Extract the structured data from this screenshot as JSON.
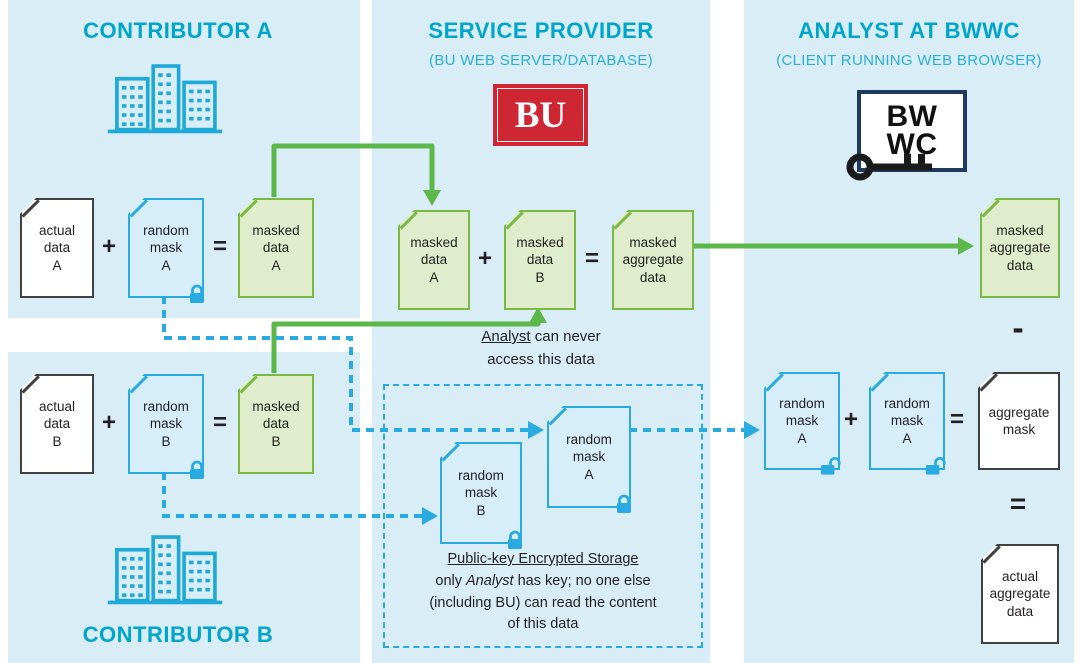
{
  "panels": {
    "contributor_a": {
      "title": "CONTRIBUTOR A",
      "row1": {
        "doc1": "actual\ndata\nA",
        "doc2": "random\nmask\nA",
        "doc3": "masked\ndata\nA"
      },
      "row2": {
        "doc1": "actual\ndata\nB",
        "doc2": "random\nmask\nB",
        "doc3": "masked\ndata\nB"
      },
      "footer_title": "CONTRIBUTOR B"
    },
    "service_provider": {
      "title": "SERVICE PROVIDER",
      "subtitle": "(BU WEB SERVER/DATABASE)",
      "logo_text": "BU",
      "row": {
        "doc1": "masked\ndata\nA",
        "doc2": "masked\ndata\nB",
        "doc3": "masked\naggregate\ndata"
      },
      "note": {
        "emph": "Analyst",
        "rest": " can never",
        "line2": "access this data"
      },
      "storage": {
        "doc_mask_b": "random\nmask\nB",
        "doc_mask_a": "random\nmask\nA",
        "caption_title": "Public-key Encrypted Storage",
        "caption_l2_pre": "only ",
        "caption_l2_emph": "Analyst",
        "caption_l2_post": " has key; no one else",
        "caption_l3": "(including BU) can read the content",
        "caption_l4": "of this data"
      }
    },
    "analyst": {
      "title": "ANALYST AT BWWC",
      "subtitle": "(CLIENT RUNNING WEB BROWSER)",
      "logo_line1": "BW",
      "logo_line2": "WC",
      "doc_masked_aggregate": "masked\naggregate\ndata",
      "doc_mask1": "random\nmask\nA",
      "doc_mask2": "random\nmask\nA",
      "doc_aggregate_mask": "aggregate\nmask",
      "doc_actual_aggregate": "actual\naggregate\ndata"
    }
  },
  "operators": {
    "plus": "+",
    "equals": "=",
    "minus": "-"
  },
  "colors": {
    "panel_blue": "#d9edf6",
    "teal_header": "#00a5cd",
    "doc_green_border": "#79ba43",
    "doc_green_fill": "#e0edcc",
    "doc_blue_border": "#29abe2",
    "doc_blue_fill": "#d6edfa",
    "arrow_green": "#5cb84b",
    "dashed_blue": "#29abe2",
    "bu_red": "#cf2634",
    "bwwc_navy": "#1e3a5f"
  }
}
